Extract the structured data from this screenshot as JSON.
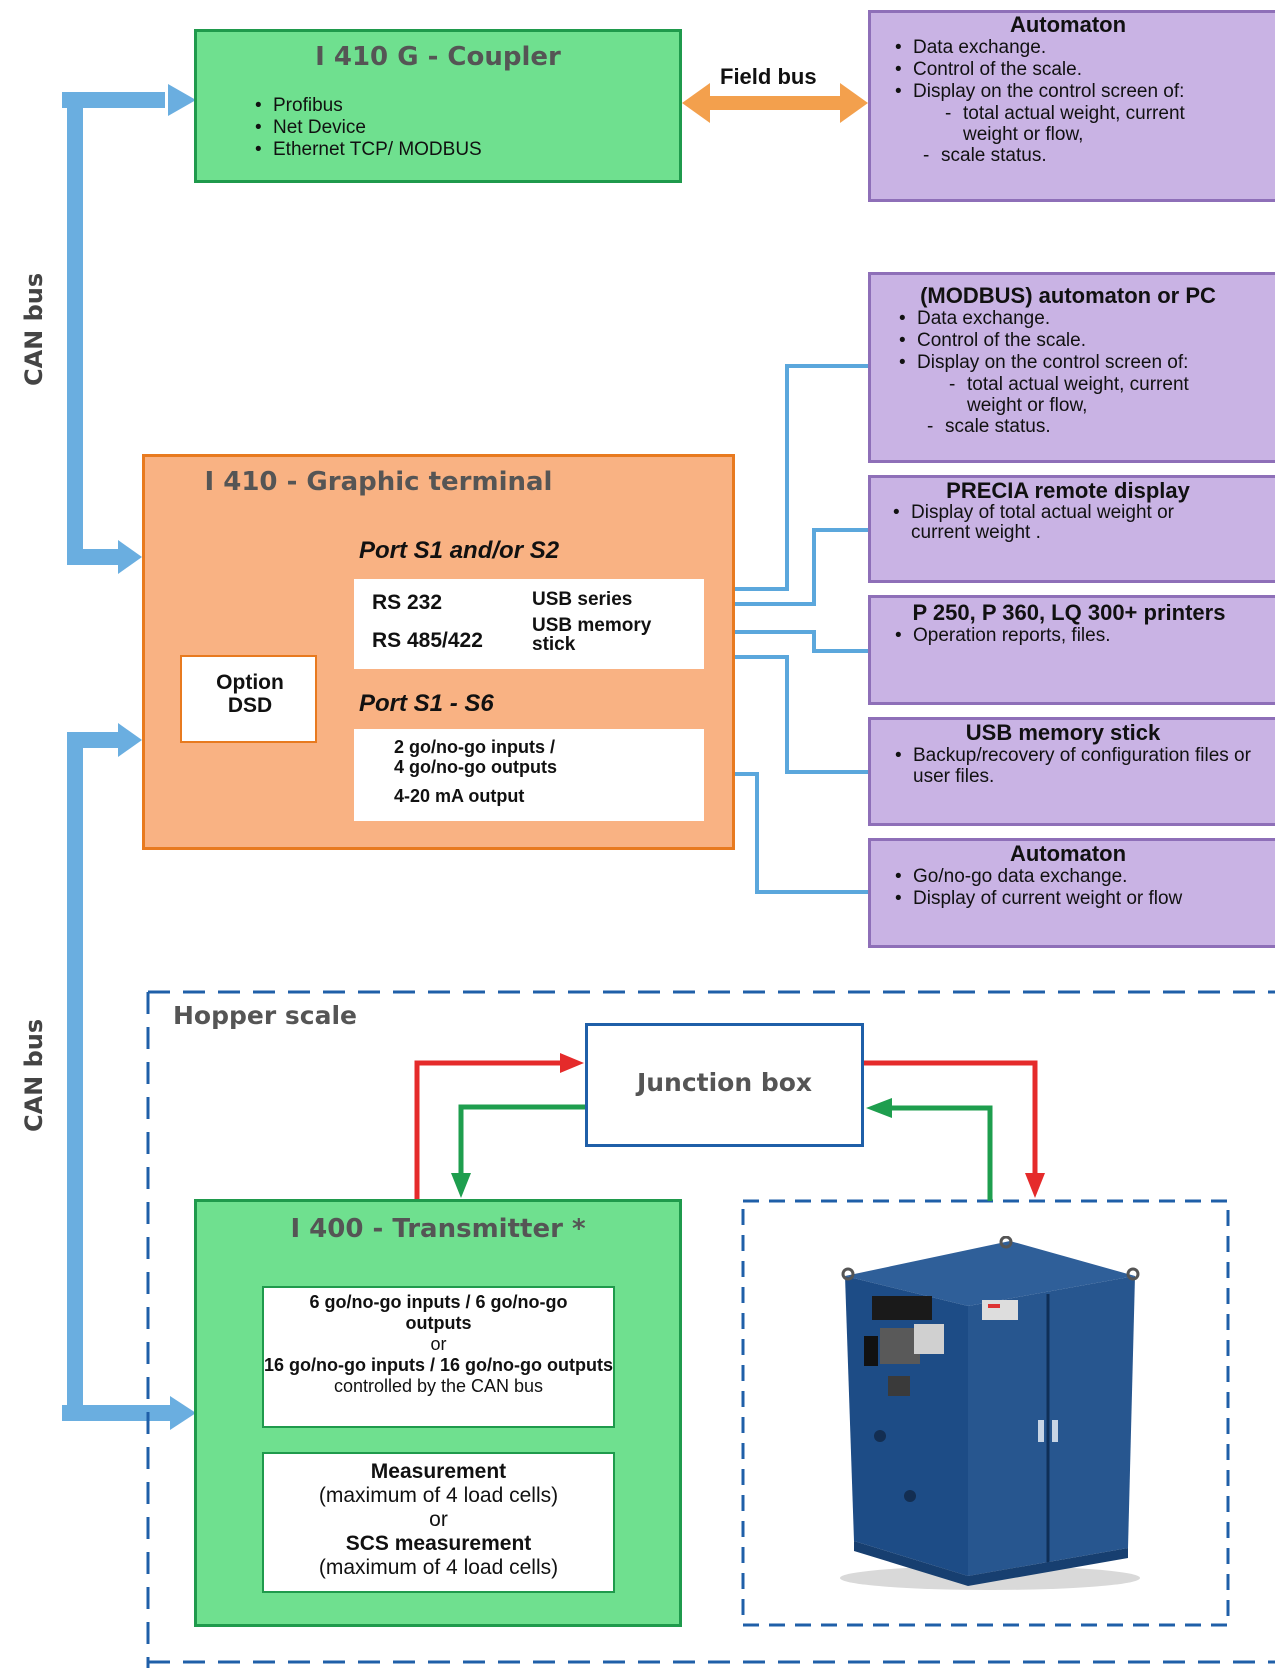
{
  "can_bus_label": "CAN bus",
  "field_bus_label": "Field bus",
  "coupler": {
    "title": "I 410 G - Coupler",
    "items": [
      "Profibus",
      "Net Device",
      "Ethernet TCP/ MODBUS"
    ]
  },
  "terminal": {
    "title": "I 410 - Graphic terminal",
    "port12_label": "Port S1 and/or S2",
    "port12": {
      "rs232": "RS 232",
      "rs485": "RS 485/422",
      "usb_series": "USB series",
      "usb_stick": "USB memory stick"
    },
    "option": "Option DSD",
    "port16_label": "Port S1 - S6",
    "port16": {
      "line1": "2 go/no-go inputs /",
      "line2": "4 go/no-go outputs",
      "line3": "4-20 mA output"
    }
  },
  "right_boxes": {
    "automaton_top": {
      "title": "Automaton",
      "items": [
        "Data exchange.",
        "Control of the scale.",
        "Display on the control screen of:"
      ],
      "subitems": [
        "total actual weight, current weight or flow,",
        "scale status."
      ]
    },
    "modbus": {
      "title": "(MODBUS) automaton or PC",
      "items": [
        "Data exchange.",
        "Control of the scale.",
        "Display on the control screen of:"
      ],
      "subitems": [
        "total actual weight, current weight or flow,",
        "scale status."
      ]
    },
    "remote_display": {
      "title": "PRECIA remote display",
      "items": [
        "Display of total actual weight or current weight ."
      ]
    },
    "printers": {
      "title": "P 250, P 360, LQ 300+ printers",
      "items": [
        "Operation reports, files."
      ]
    },
    "usb_stick": {
      "title": "USB memory stick",
      "items": [
        "Backup/recovery of configuration files or user files."
      ]
    },
    "automaton_bottom": {
      "title": "Automaton",
      "items": [
        "Go/no-go data exchange.",
        "Display of current weight or flow"
      ]
    }
  },
  "hopper": {
    "label": "Hopper scale",
    "junction_box": "Junction box",
    "transmitter": {
      "title": "I 400 - Transmitter *",
      "io_1": "6 go/no-go inputs / 6 go/no-go outputs",
      "io_or": "or",
      "io_2": "16 go/no-go inputs / 16 go/no-go outputs",
      "io_3": "controlled by the CAN bus",
      "meas_1": "Measurement",
      "meas_2": "(maximum of 4 load cells)",
      "meas_or": "or",
      "meas_3": "SCS measurement",
      "meas_4": "(maximum of 4 load cells)"
    }
  },
  "colors": {
    "can_arrow": "#6aaee0",
    "field_arrow": "#f3a04d",
    "wire": "#5ba7dc",
    "red": "#e52b2b",
    "green": "#1e9e4e",
    "dash": "#1f5fa8"
  }
}
